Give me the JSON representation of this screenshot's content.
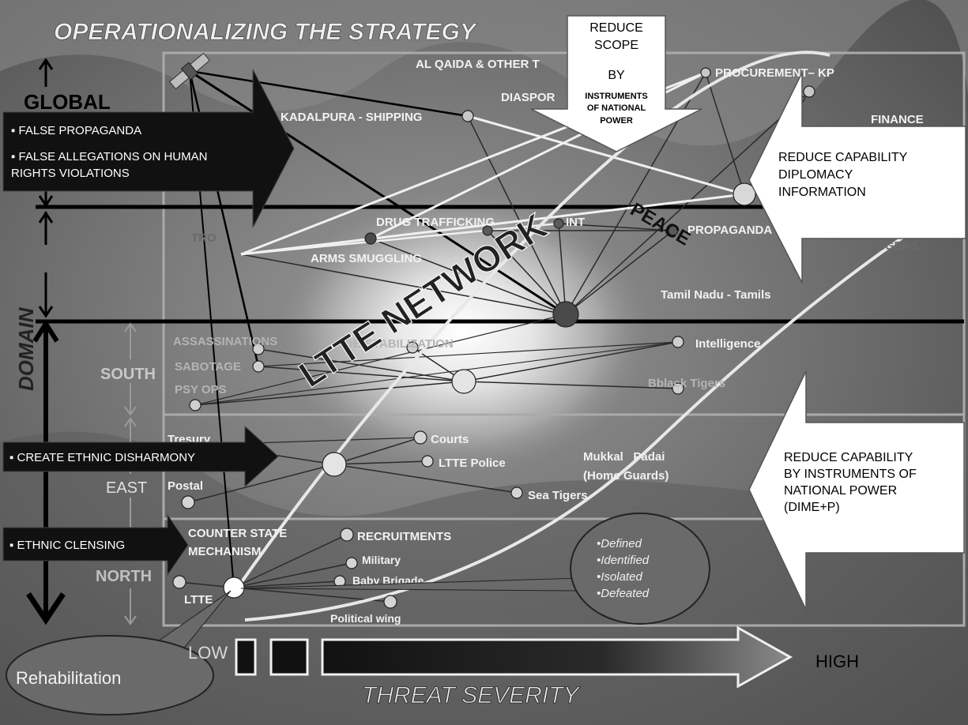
{
  "title": "OPERATIONALIZING THE STRATEGY",
  "domain_label": "DOMAIN",
  "levels": {
    "global": "GLOBAL",
    "south": "SOUTH",
    "east": "EAST",
    "north": "NORTH"
  },
  "reduce_scope": {
    "line1": "REDUCE",
    "line2": "SCOPE",
    "line3": "BY",
    "line4": "INSTRUMENTS",
    "line5": "OF NATIONAL",
    "line6": "POWER"
  },
  "right_callout_1": {
    "line1": "REDUCE CAPABILITY",
    "line2": "DIPLOMACY",
    "line3": "INFORMATION"
  },
  "right_callout_2": {
    "line1": "REDUCE CAPABILITY",
    "line2": "BY INSTRUMENTS OF",
    "line3": "NATIONAL POWER",
    "line4": "(DIME+P)"
  },
  "left_banner_1": {
    "line1": "▪ FALSE PROPAGANDA",
    "line2": "▪ FALSE ALLEGATIONS ON HUMAN",
    "line3": "RIGHTS VIOLATIONS"
  },
  "left_banner_2": {
    "line1": "▪ CREATE ETHNIC DISHARMONY"
  },
  "left_banner_3": {
    "line1": "▪ ETHNIC CLENSING"
  },
  "network_title": "LTTE NETWORK",
  "peace_label": "PEACE",
  "global_nodes": {
    "al_qaida": "AL QAIDA & OTHER T",
    "procurement": "PROCUREMENT– KP",
    "diaspora": "DIASPOR",
    "kadalpura": "KADALPURA - SHIPPING",
    "finance": "FINANCE"
  },
  "mid_nodes": {
    "tro": "TRO",
    "drug": "DRUG TRAFFICKING",
    "int": "INT",
    "propaganda": "PROPAGANDA",
    "sea_tigers_far": "SEA TIGERS",
    "arms": "ARMS SMUGGLING",
    "tamil_nadu": "Tamil Nadu - Tamils"
  },
  "south_nodes": {
    "assassinations": "ASSASSINATIONS",
    "destab": "DE-STABILIZATION",
    "intelligence": "Intelligence",
    "sabotage": "SABOTAGE",
    "psyops": "PSY OPS",
    "black_tigers": "Bblack Tigers"
  },
  "east_nodes": {
    "tresury": "Tresury",
    "courts": "Courts",
    "police": "LTTE Police",
    "mukkal": "Mukkal   Padai",
    "home_guards": "(Home Guards)",
    "postal": "Postal",
    "sea_tigers": "Sea Tigers"
  },
  "north_nodes": {
    "counter1": "COUNTER STATE",
    "counter2": "MECHANISM",
    "recruitments": "RECRUITMENTS",
    "military": "Military",
    "baby": "Baby Brigade",
    "ltte": "LTTE",
    "political": "Political wing"
  },
  "outcomes": [
    "•Defined",
    "•Identified",
    "•Isolated",
    "•Defeated"
  ],
  "rehabilitation": "Rehabilitation",
  "severity": {
    "low": "LOW",
    "high": "HIGH",
    "axis": "THREAT SEVERITY"
  }
}
